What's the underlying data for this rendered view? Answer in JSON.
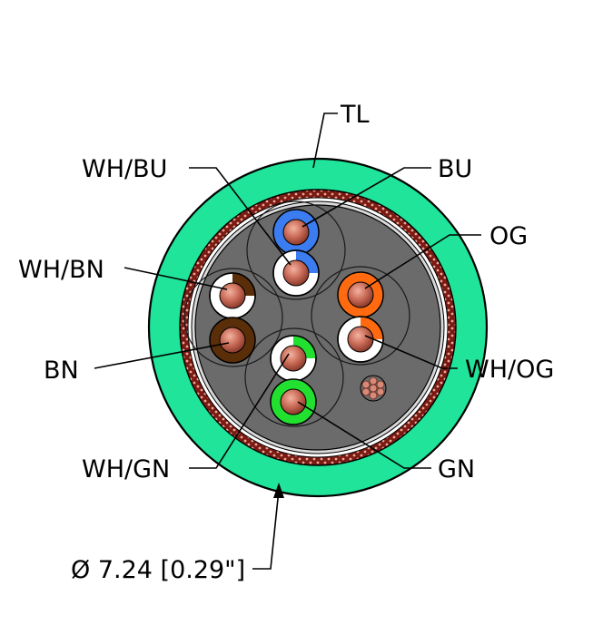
{
  "labels": {
    "tl": "TL",
    "wh_bu": "WH/BU",
    "bu": "BU",
    "og": "OG",
    "wh_bn": "WH/BN",
    "bn": "BN",
    "wh_og": "WH/OG",
    "wh_gn": "WH/GN",
    "gn": "GN"
  },
  "dimension": "Ø 7.24 [0.29\"]",
  "colors": {
    "jacket": "#1fe49a",
    "shield": "#7a1a12",
    "filler": "#6b6b6b",
    "copper": "#c86a56",
    "blue": "#3b7df0",
    "orange": "#ff6a10",
    "green": "#22e030",
    "brown": "#5a2e08",
    "white": "#ffffff"
  }
}
